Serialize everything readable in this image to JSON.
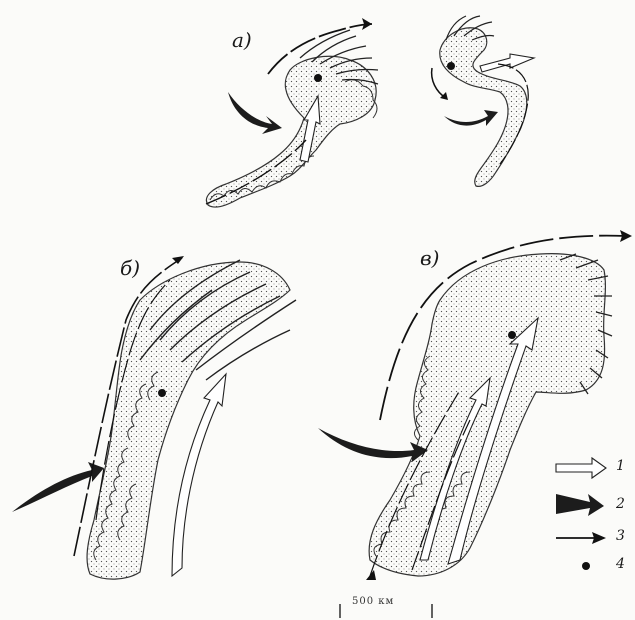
{
  "panels": {
    "a": "а)",
    "b": "б)",
    "v": "в)"
  },
  "legend": [
    {
      "num": "1"
    },
    {
      "num": "2"
    },
    {
      "num": "3"
    },
    {
      "num": "4"
    }
  ],
  "scale": {
    "label": "500 км"
  }
}
